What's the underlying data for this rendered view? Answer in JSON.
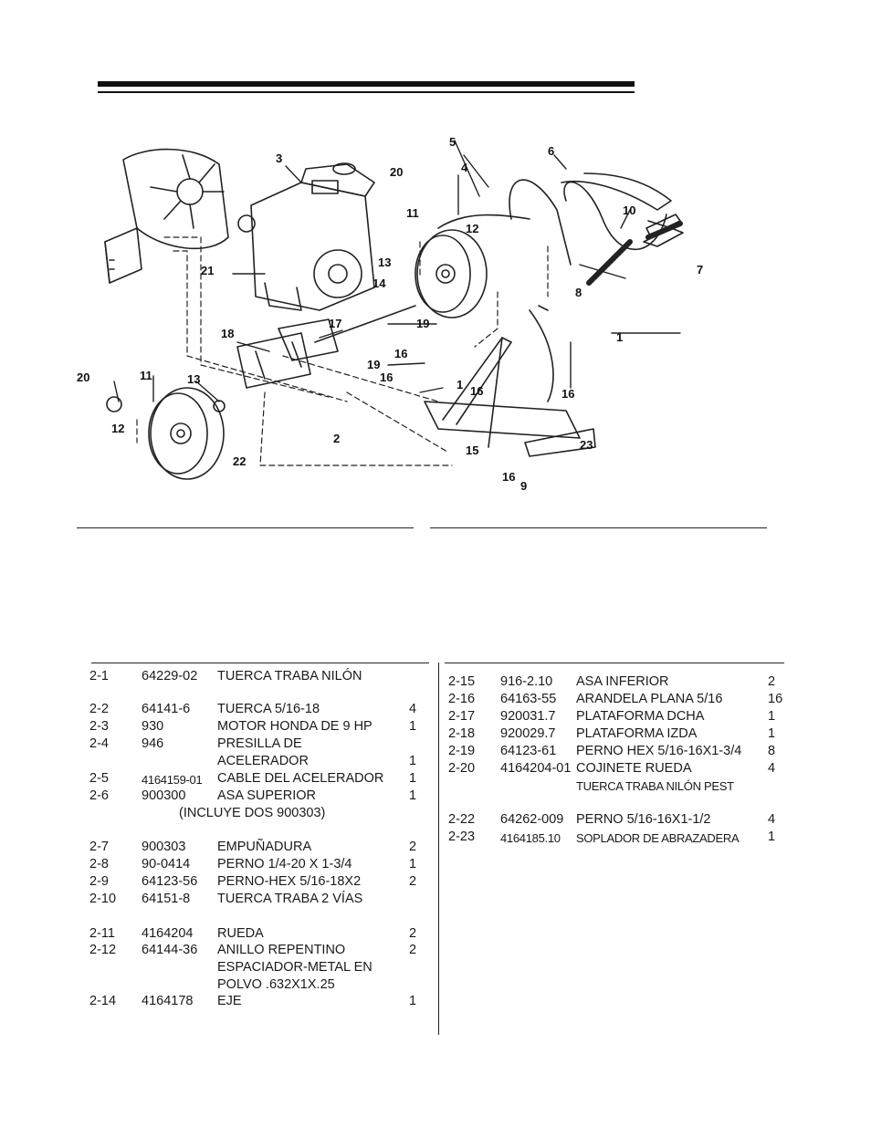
{
  "diagram": {
    "callouts": [
      "1",
      "2",
      "3",
      "4",
      "5",
      "6",
      "7",
      "8",
      "9",
      "10",
      "11",
      "12",
      "13",
      "14",
      "15",
      "16",
      "17",
      "18",
      "19",
      "20",
      "21",
      "22",
      "23"
    ]
  },
  "parts_left": [
    {
      "ref": "2-1",
      "part": "64229-02",
      "desc": "TUERCA TRABA NILÓN",
      "qty": ""
    },
    {
      "ref": "2-2",
      "part": "64141-6",
      "desc": "TUERCA 5/16-18",
      "qty": "4"
    },
    {
      "ref": "2-3",
      "part": "930",
      "desc": "MOTOR HONDA DE 9 HP",
      "qty": "1"
    },
    {
      "ref": "2-4",
      "part": "946",
      "desc": "PRESILLA DE",
      "desc2": "ACELERADOR",
      "qty": "1"
    },
    {
      "ref": "2-5",
      "part": "4164159-01",
      "desc": "CABLE DEL ACELERADOR",
      "qty": "1"
    },
    {
      "ref": "2-6",
      "part": "900300",
      "desc": "ASA SUPERIOR",
      "note": "(INCLUYE DOS 900303)",
      "qty": "1"
    },
    {
      "ref": "2-7",
      "part": "900303",
      "desc": "EMPUÑADURA",
      "qty": "2"
    },
    {
      "ref": "2-8",
      "part": "90-0414",
      "desc": "PERNO 1/4-20 X 1-3/4",
      "qty": "1"
    },
    {
      "ref": "2-9",
      "part": "64123-56",
      "desc": "PERNO-HEX 5/16-18X2",
      "qty": "2"
    },
    {
      "ref": "2-10",
      "part": "64151-8",
      "desc": "TUERCA TRABA 2 VÍAS",
      "qty": ""
    },
    {
      "ref": "2-11",
      "part": "4164204",
      "desc": "RUEDA",
      "qty": "2"
    },
    {
      "ref": "2-12",
      "part": "64144-36",
      "desc": "ANILLO REPENTINO",
      "desc2": "ESPACIADOR-METAL EN",
      "desc3": "POLVO .632X1X.25",
      "qty": "2"
    },
    {
      "ref": "2-14",
      "part": "4164178",
      "desc": "EJE",
      "qty": "1"
    }
  ],
  "parts_right": [
    {
      "ref": "2-15",
      "part": "916-2.10",
      "desc": "ASA INFERIOR",
      "qty": "2"
    },
    {
      "ref": "2-16",
      "part": "64163-55",
      "desc": "ARANDELA PLANA 5/16",
      "qty": "16"
    },
    {
      "ref": "2-17",
      "part": "920031.7",
      "desc": "PLATAFORMA DCHA",
      "qty": "1"
    },
    {
      "ref": "2-18",
      "part": "920029.7",
      "desc": "PLATAFORMA IZDA",
      "qty": "1"
    },
    {
      "ref": "2-19",
      "part": "64123-61",
      "desc": "PERNO HEX 5/16-16X1-3/4",
      "qty": "8"
    },
    {
      "ref": "2-20",
      "part": "4164204-01",
      "desc": "COJINETE RUEDA",
      "desc2": "TUERCA TRABA NILÓN PEST",
      "qty": "4"
    },
    {
      "ref": "2-22",
      "part": "64262-009",
      "desc": "PERNO 5/16-16X1-1/2",
      "qty": "4"
    },
    {
      "ref": "2-23",
      "part": "4164185.10",
      "desc": "SOPLADOR DE ABRAZADERA",
      "qty": "1"
    }
  ]
}
